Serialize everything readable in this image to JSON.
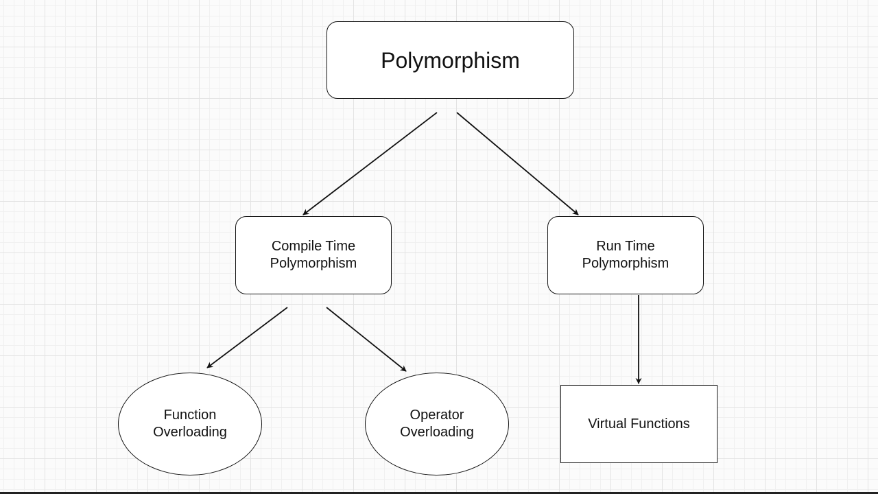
{
  "diagram": {
    "nodes": {
      "root": {
        "label": "Polymorphism",
        "shape": "rounded-rectangle"
      },
      "compile_time": {
        "label": "Compile Time\nPolymorphism",
        "shape": "rounded-rectangle"
      },
      "run_time": {
        "label": "Run Time\nPolymorphism",
        "shape": "rounded-rectangle"
      },
      "function_overloading": {
        "label": "Function\nOverloading",
        "shape": "ellipse"
      },
      "operator_overloading": {
        "label": "Operator\nOverloading",
        "shape": "ellipse"
      },
      "virtual_functions": {
        "label": "Virtual Functions",
        "shape": "rectangle"
      }
    },
    "edges": [
      {
        "from": "root",
        "to": "compile_time"
      },
      {
        "from": "root",
        "to": "run_time"
      },
      {
        "from": "compile_time",
        "to": "function_overloading"
      },
      {
        "from": "compile_time",
        "to": "operator_overloading"
      },
      {
        "from": "run_time",
        "to": "virtual_functions"
      }
    ],
    "colors": {
      "stroke": "#111111",
      "node_fill": "#ffffff",
      "grid_major": "#e3e3e3",
      "grid_minor": "#f0f0f0"
    }
  }
}
